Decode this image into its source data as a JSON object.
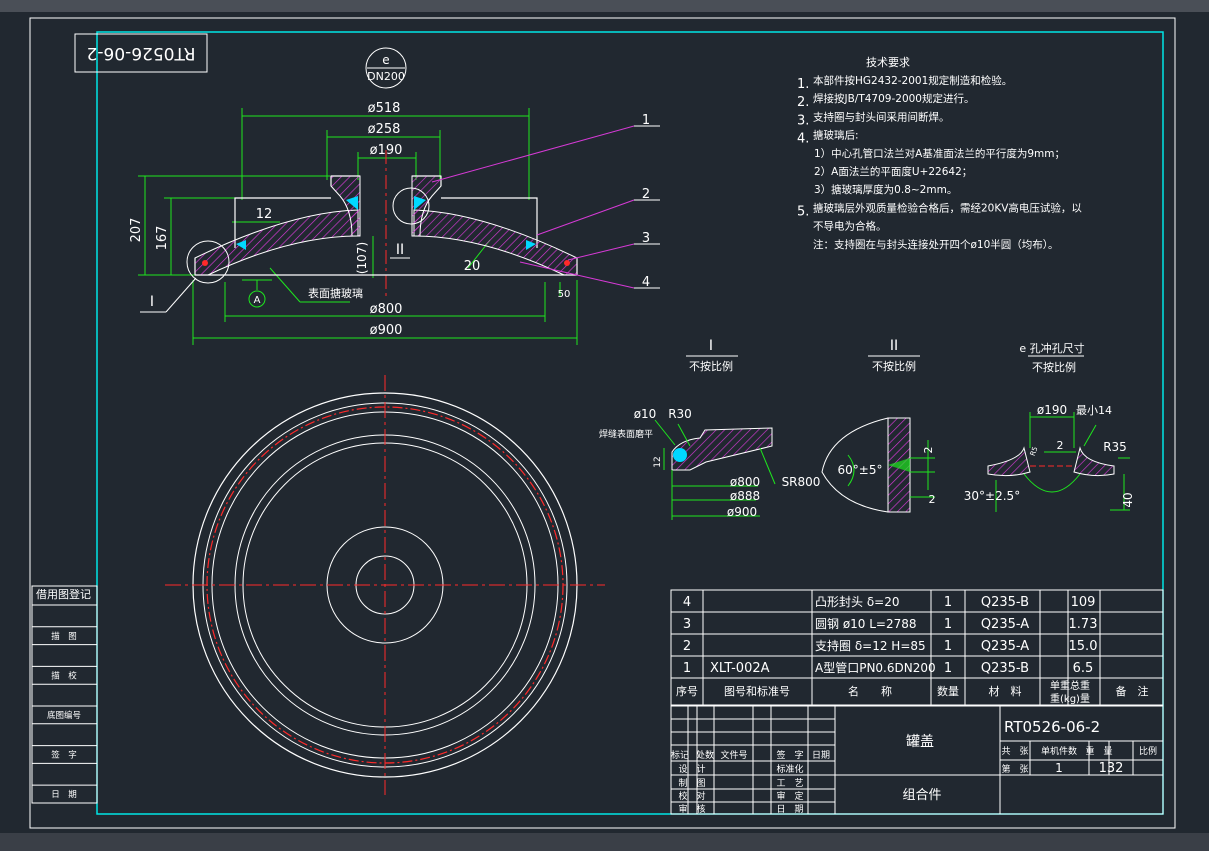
{
  "drawing": {
    "number_rotated": "RT0526-06-2",
    "e_tag": "e",
    "e_tag_size": "DN200"
  },
  "dims": {
    "d518": "ø518",
    "d258": "ø258",
    "d190": "ø190",
    "h207": "207",
    "h167": "167",
    "t12": "12",
    "h107": "(107)",
    "r20": "20",
    "d800": "ø800",
    "d900": "ø900",
    "angle50": "50",
    "datum": "A",
    "surface_note": "表面搪玻璃",
    "roman1": "I",
    "roman2": "II"
  },
  "leaders": [
    "1",
    "2",
    "3",
    "4"
  ],
  "tech_req": {
    "title": "技术要求",
    "items": [
      {
        "num": "1.",
        "text": "本部件按HG2432-2001规定制造和检验。"
      },
      {
        "num": "2.",
        "text": "焊接按JB/T4709-2000规定进行。"
      },
      {
        "num": "3.",
        "text": "支持圈与封头间采用间断焊。"
      },
      {
        "num": "4.",
        "text": "搪玻璃后:"
      },
      {
        "num": "",
        "text": "1）中心孔管口法兰对A基准面法兰的平行度为9mm；"
      },
      {
        "num": "",
        "text": "2）A面法兰的平面度U+22642；"
      },
      {
        "num": "",
        "text": "3）搪玻璃厚度为0.8~2mm。"
      },
      {
        "num": "5.",
        "text": "搪玻璃层外观质量检验合格后，需经20KV高电压试验，以"
      },
      {
        "num": "",
        "text": "不导电为合格。"
      },
      {
        "num": "",
        "text": "注：支持圈在与封头连接处开四个ø10半圆（均布）。"
      }
    ]
  },
  "details": {
    "d1_title": "I",
    "d1_scale": "不按比例",
    "d2_title": "II",
    "d2_scale": "不按比例",
    "d3_title": "e 孔冲孔尺寸",
    "d3_scale": "不按比例",
    "d1_phi10": "ø10",
    "d1_r30": "R30",
    "d1_note": "焊缝表面磨平",
    "d1_12": "12",
    "d1_d800": "ø800",
    "d1_d888": "ø888",
    "d1_d900": "ø900",
    "d1_sr": "SR800",
    "d2_angle": "60°±5°",
    "d2_2a": "2",
    "d2_2b": "2",
    "d3_d190": "ø190",
    "d3_min": "最小14",
    "d3_2": "2",
    "d3_r35": "R35",
    "d3_angle": "30°±2.5°",
    "d3_40": "40",
    "d3_r": "R5"
  },
  "side_table": {
    "title": "借用图登记",
    "rows": [
      "描　图",
      "描　校",
      "底图编号",
      "签　字",
      "日　期"
    ]
  },
  "bom": {
    "rows": [
      {
        "no": "4",
        "code": "",
        "name": "凸形封头 δ=20",
        "qty": "1",
        "material": "Q235-B",
        "weight": "109"
      },
      {
        "no": "3",
        "code": "",
        "name": "圆钢 ø10 L=2788",
        "qty": "1",
        "material": "Q235-A",
        "weight": "1.73"
      },
      {
        "no": "2",
        "code": "",
        "name": "支持圈 δ=12 H=85",
        "qty": "1",
        "material": "Q235-A",
        "weight": "15.0"
      },
      {
        "no": "1",
        "code": "XLT-002A",
        "name": "A型管口PN0.6DN200",
        "qty": "1",
        "material": "Q235-B",
        "weight": "6.5"
      }
    ],
    "headers": {
      "no": "序号",
      "code": "图号和标准号",
      "name": "名　　称",
      "qty": "数量",
      "material": "材　料",
      "unit_total_1": "单重总重",
      "unit_total_2": "重(kg)量",
      "remark": "备　注"
    }
  },
  "title_block": {
    "name": "罐盖",
    "type": "组合件",
    "number": "RT0526-06-2",
    "h_total": "共　张",
    "h_part": "单机件数",
    "h_weight": "重　量",
    "h_scale": "比例",
    "sheet": "第　张",
    "part_count": "1",
    "weight": "132",
    "sig_header": [
      "标记",
      "处数",
      "文件号",
      "签　字",
      "日期"
    ],
    "rows_left": [
      "设　计",
      "制　图",
      "校　对",
      "审　核"
    ],
    "rows_mid": [
      "标准化",
      "工　艺",
      "审　定",
      "日　期"
    ]
  },
  "colors": {
    "frame": "#00e5e5",
    "line": "#ffffff",
    "centerline": "#ff2a2a",
    "hatch": "#d63ad6",
    "weld": "#00d8ff",
    "dim": "#1ee61e"
  }
}
